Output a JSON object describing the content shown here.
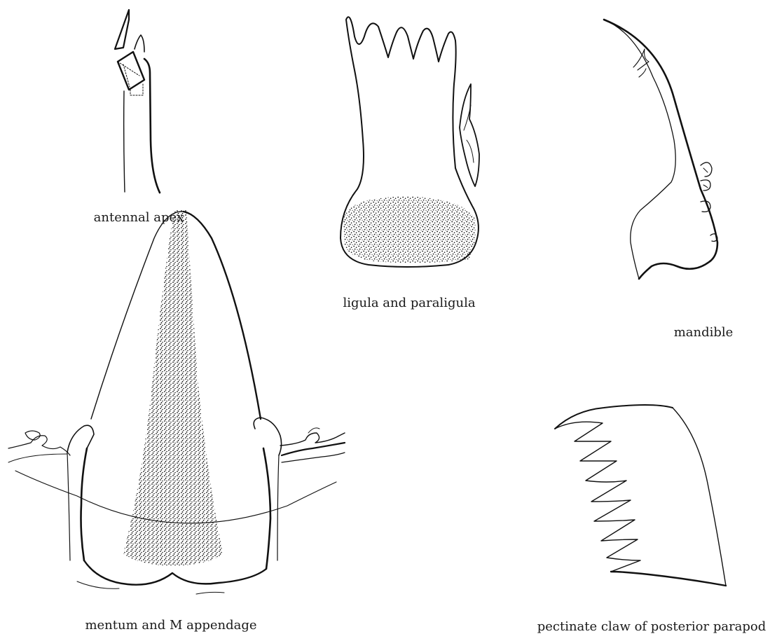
{
  "figures": {
    "antennal_apex": {
      "caption": "antennal apex"
    },
    "ligula": {
      "caption": "ligula and paraligula"
    },
    "mandible": {
      "caption": "mandible"
    },
    "mentum": {
      "caption": "mentum and M appendage"
    },
    "claw": {
      "caption": "pectinate claw of posterior parapod"
    }
  },
  "colors": {
    "ink": "#111111",
    "paper": "#ffffff"
  }
}
